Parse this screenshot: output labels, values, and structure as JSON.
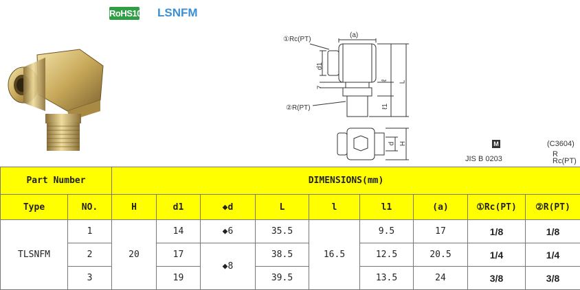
{
  "header": {
    "rohs": "RoHS10",
    "model": "LSNFM"
  },
  "drawing": {
    "port1": "①Rc(PT)",
    "port2": "②R(PT)",
    "a": "(a)",
    "d1": "d1",
    "seven": "7",
    "l": "ℓ",
    "L": "L",
    "l1": "ℓ1",
    "d": "d",
    "H": "H"
  },
  "standard": {
    "jis": "JIS B 0203",
    "m": "M",
    "code": "(C3604)",
    "rp": "R",
    "rp2": "Rc(PT)"
  },
  "table": {
    "group_part": "Part Number",
    "group_dims": "DIMENSIONS(mm)",
    "cols": [
      "Type",
      "NO.",
      "H",
      "d1",
      "◆d",
      "L",
      "l",
      "l1",
      "(a)",
      "①Rc(PT)",
      "②R(PT)"
    ],
    "type": "TLSNFM",
    "H": "20",
    "l": "16.5",
    "rows": [
      {
        "no": "1",
        "d1": "14",
        "d": "◆6",
        "L": "35.5",
        "l1": "9.5",
        "a": "17",
        "rc": "1/8",
        "r": "1/8"
      },
      {
        "no": "2",
        "d1": "17",
        "d": "◆8",
        "L": "38.5",
        "l1": "12.5",
        "a": "20.5",
        "rc": "1/4",
        "r": "1/4"
      },
      {
        "no": "3",
        "d1": "19",
        "L": "39.5",
        "l1": "13.5",
        "a": "24",
        "rc": "3/8",
        "r": "3/8"
      }
    ]
  }
}
